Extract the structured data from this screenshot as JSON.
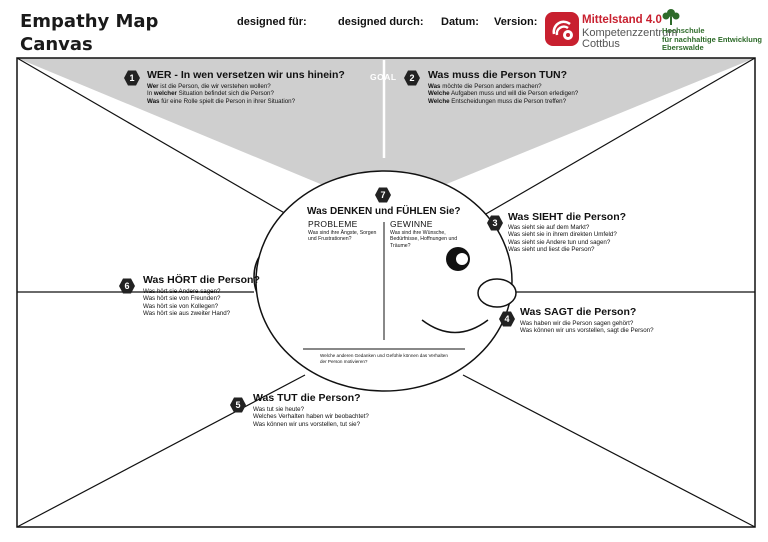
{
  "header": {
    "title_line1": "Empathy Map",
    "title_line2": "Canvas",
    "designed_for": "designed für:",
    "designed_by": "designed durch:",
    "date": "Datum:",
    "version": "Version:",
    "logo1": {
      "name": "Mittelstand 4.0",
      "sub": "Kompetenzzentrum",
      "city": "Cottbus",
      "color": "#c8202f"
    },
    "logo2": {
      "line1": "Hochschule",
      "line2": "für nachhaltige Entwicklung",
      "line3": "Eberswalde",
      "color": "#2e6b2a"
    }
  },
  "goal_label": "GOAL",
  "sections": {
    "wer": {
      "num": "1",
      "title": "WER - In wen versetzen wir uns hinein?",
      "q1a": "Wer",
      "q1b": " ist die Person, die wir verstehen wollen?",
      "q2a": "In ",
      "q2b": "welcher",
      "q2c": " Situation befindet sich die Person?",
      "q3a": "Was",
      "q3b": " für eine Rolle spielt die Person in ihrer Situation?"
    },
    "tun": {
      "num": "2",
      "title": "Was muss die Person TUN?",
      "q1a": "Was",
      "q1b": " möchte die Person anders machen?",
      "q2a": "Welche",
      "q2b": " Aufgaben muss und will die Person erledigen?",
      "q3a": "Welche",
      "q3b": " Entscheidungen muss die Person treffen?"
    },
    "sieht": {
      "num": "3",
      "title": "Was SIEHT die Person?",
      "q1": "Was sieht sie auf dem Markt?",
      "q2": "Was sieht sie in ihrem direkten Umfeld?",
      "q3": "Was sieht sie Andere tun und sagen?",
      "q4": "Was sieht und liest die Person?"
    },
    "sagt": {
      "num": "4",
      "title": "Was SAGT die Person?",
      "q1": "Was haben wir die Person sagen gehört?",
      "q2": "Was können wir uns vorstellen, sagt die Person?"
    },
    "tut": {
      "num": "5",
      "title": "Was TUT die Person?",
      "q1": "Was tut sie heute?",
      "q2": "Welches Verhalten haben wir beobachtet?",
      "q3": "Was können wir uns vorstellen, tut sie?"
    },
    "hoert": {
      "num": "6",
      "title": "Was HÖRT die Person?",
      "q1": "Was hört sie Andere sagen?",
      "q2": "Was hört sie von Freunden?",
      "q3": "Was hört sie von Kollegen?",
      "q4": "Was hört sie aus zweiter Hand?"
    },
    "denken": {
      "num": "7",
      "title": "Was DENKEN und FÜHLEN Sie?",
      "probleme": "PROBLEME",
      "probleme_q": "Was sind ihre Ängste, Sorgen und Frustrationen?",
      "gewinne": "GEWINNE",
      "gewinne_q": "Was sind ihre Wünsche, Bedürfnisse, Hoffnungen und Träume?",
      "bottom_note": "Welche anderen Gedanken und Gefühle können das Verhalten der Person motivieren?"
    }
  }
}
